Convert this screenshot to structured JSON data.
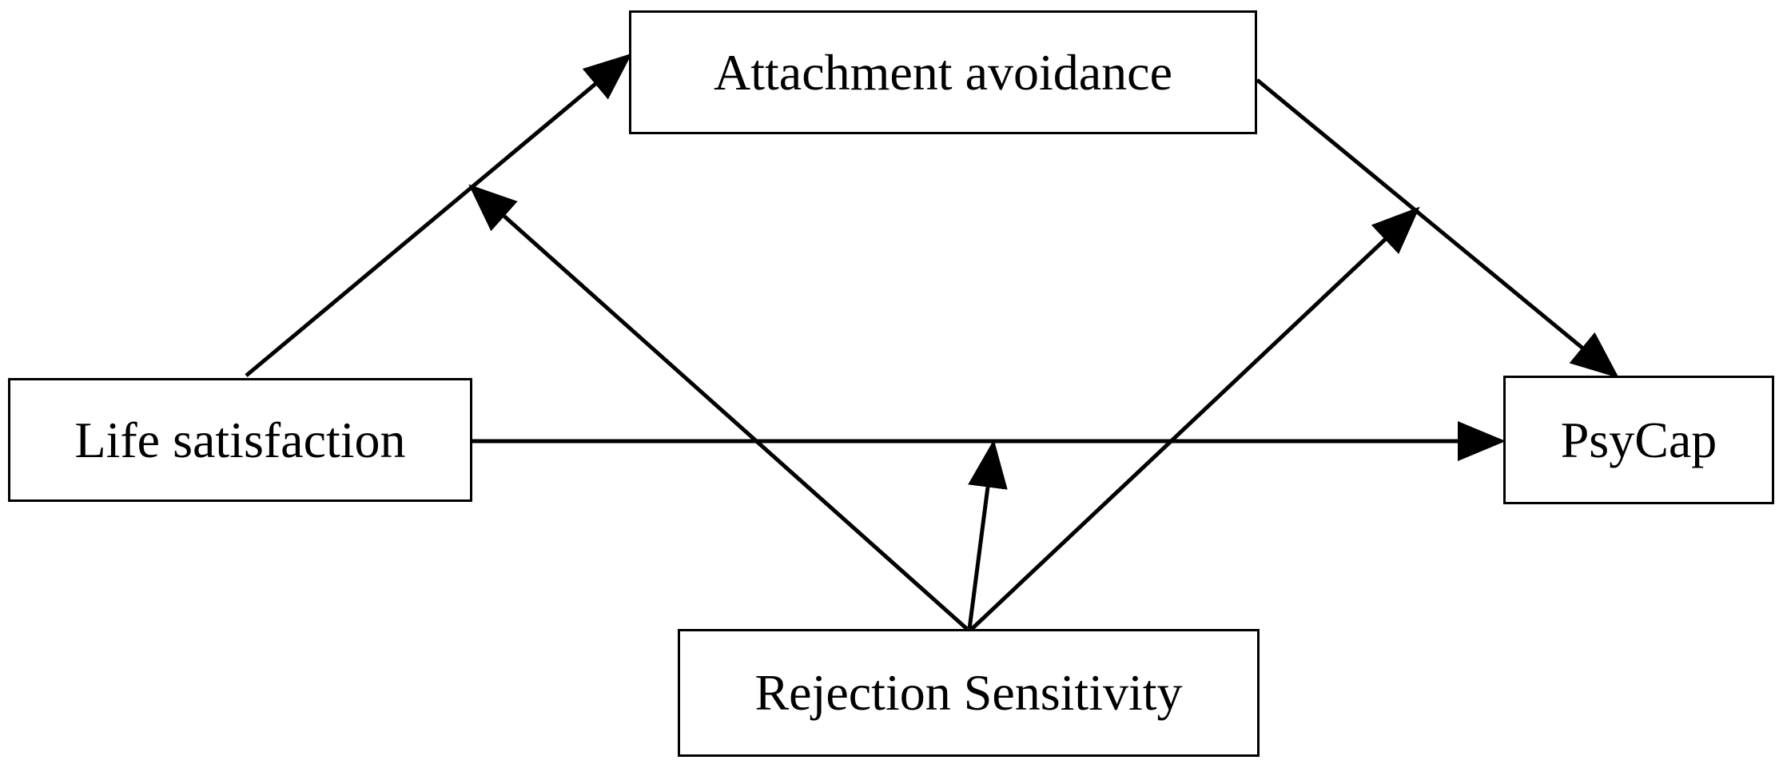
{
  "nodes": {
    "attachment_avoidance": "Attachment avoidance",
    "life_satisfaction": "Life satisfaction",
    "psycap": "PsyCap",
    "rejection_sensitivity": "Rejection Sensitivity"
  },
  "edges": [
    {
      "from": "life_satisfaction",
      "to": "attachment_avoidance",
      "kind": "path"
    },
    {
      "from": "attachment_avoidance",
      "to": "psycap",
      "kind": "path"
    },
    {
      "from": "life_satisfaction",
      "to": "psycap",
      "kind": "path"
    },
    {
      "from": "rejection_sensitivity",
      "to": "life_satisfaction->attachment_avoidance",
      "kind": "moderation"
    },
    {
      "from": "rejection_sensitivity",
      "to": "attachment_avoidance->psycap",
      "kind": "moderation"
    },
    {
      "from": "rejection_sensitivity",
      "to": "life_satisfaction->psycap",
      "kind": "moderation"
    }
  ],
  "colors": {
    "line": "#000000",
    "box_fill": "#ffffff"
  }
}
